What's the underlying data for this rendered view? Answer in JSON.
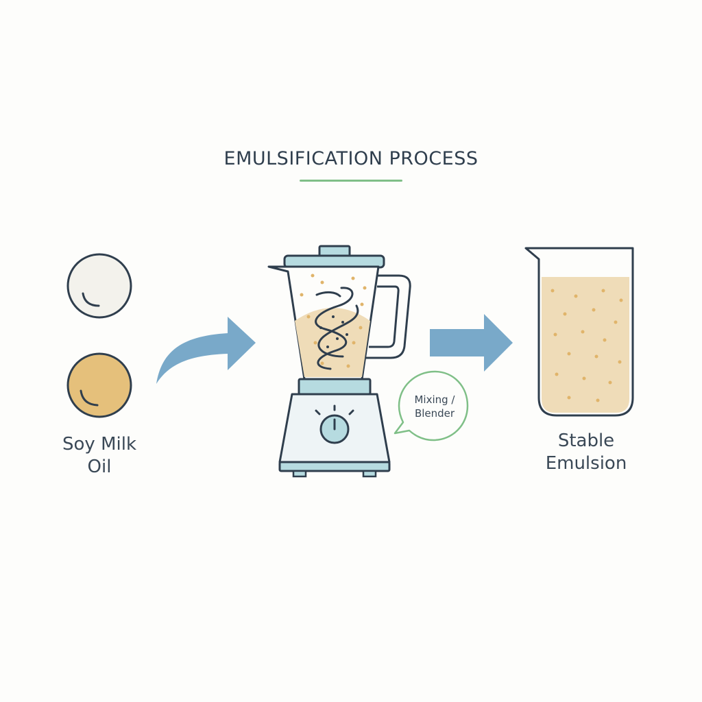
{
  "title": "EMULSIFICATION PROCESS",
  "ingredients": {
    "line1": "Soy Milk",
    "line2": "Oil"
  },
  "mixer_bubble": {
    "line1": "Mixing /",
    "line2": "Blender"
  },
  "result": {
    "line1": "Stable",
    "line2": "Emulsion"
  },
  "colors": {
    "outline": "#2f3e4d",
    "soy_milk": "#f3f2ec",
    "oil": "#e5c07b",
    "arrow": "#79a9c9",
    "blender_body": "#b6dbe0",
    "blender_base": "#eef4f6",
    "liquid": "#efdcb8",
    "accent_green": "#7fbf87"
  },
  "icons": [
    "soy-milk-circle-icon",
    "oil-circle-icon",
    "curved-arrow-icon",
    "blender-icon",
    "straight-arrow-icon",
    "beaker-icon",
    "speech-bubble-icon"
  ]
}
